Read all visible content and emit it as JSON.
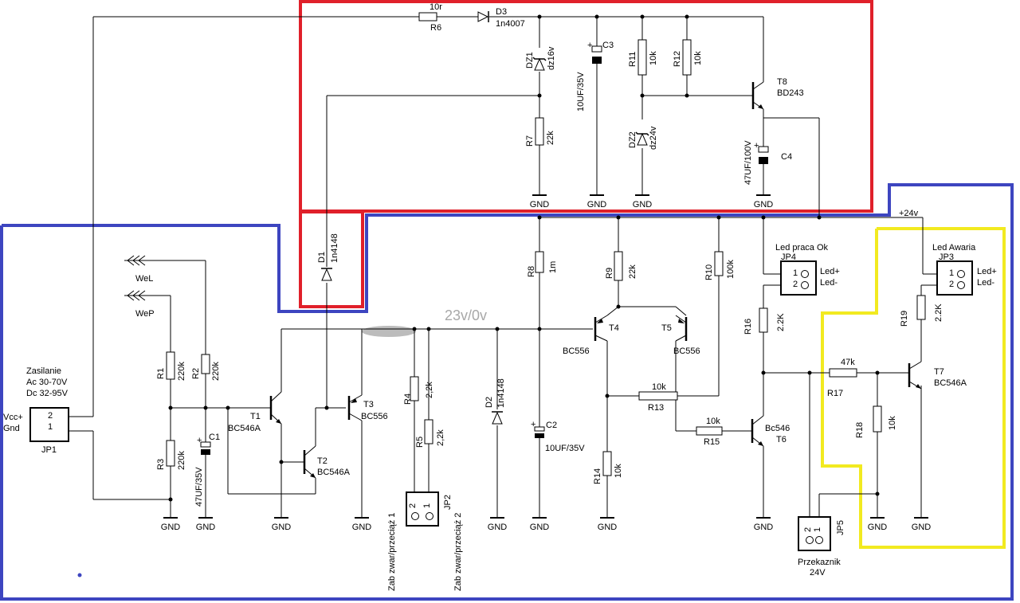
{
  "colors": {
    "region_power": "#e0202a",
    "region_main": "#3d45c0",
    "region_alarm": "#f2ea20",
    "annotation": "#a8a8a8"
  },
  "annotation": "23v/0v",
  "net_labels": {
    "gnd": "GND",
    "vcc24": "+24v"
  },
  "inputs": {
    "wel": "WeL",
    "wep": "WeP"
  },
  "supply": {
    "title": "Zasilanie",
    "ac": "Ac 30-70V",
    "dc": "Dc 32-95V",
    "vcc": "Vcc+",
    "gnd": "Gnd",
    "name": "JP1"
  },
  "connectors": {
    "jp2": {
      "name": "JP2",
      "label1": "Zab zwar/przeciąż 1",
      "label2": "Zab zwar/przeciąż 2"
    },
    "jp4": {
      "name": "JP4",
      "title": "Led praca Ok",
      "p1": "Led+",
      "p2": "Led-"
    },
    "jp3": {
      "name": "JP3",
      "title": "Led Awaria",
      "p1": "Led+",
      "p2": "Led-"
    },
    "jp5": {
      "name": "JP5",
      "title": "Przekaznik",
      "sub": "24V"
    },
    "pins": {
      "one": "1",
      "two": "2"
    }
  },
  "resistors": {
    "r1": {
      "name": "R1",
      "value": "220k"
    },
    "r2": {
      "name": "R2",
      "value": "220k"
    },
    "r3": {
      "name": "R3",
      "value": "220k"
    },
    "r4": {
      "name": "R4",
      "value": "2,2k"
    },
    "r5": {
      "name": "R5",
      "value": "2,2k"
    },
    "r6": {
      "name": "R6",
      "value": "10r"
    },
    "r7": {
      "name": "R7",
      "value": "22k"
    },
    "r8": {
      "name": "R8",
      "value": "1m"
    },
    "r9": {
      "name": "R9",
      "value": "22k"
    },
    "r10": {
      "name": "R10",
      "value": "100k"
    },
    "r11": {
      "name": "R11",
      "value": "10k"
    },
    "r12": {
      "name": "R12",
      "value": "10k"
    },
    "r13": {
      "name": "R13",
      "value": "10k"
    },
    "r14": {
      "name": "R14",
      "value": "10k"
    },
    "r15": {
      "name": "R15",
      "value": "10k"
    },
    "r16": {
      "name": "R16",
      "value": "2.2K"
    },
    "r17": {
      "name": "R17",
      "value": "47k"
    },
    "r18": {
      "name": "R18",
      "value": "10k"
    },
    "r19": {
      "name": "R19",
      "value": "2.2K"
    }
  },
  "capacitors": {
    "c1": {
      "name": "C1",
      "value": "47UF/35V"
    },
    "c2": {
      "name": "C2",
      "value": "10UF/35V"
    },
    "c3": {
      "name": "C3",
      "value": "10UF/35V"
    },
    "c4": {
      "name": "C4",
      "value": "47UF/100V"
    }
  },
  "diodes": {
    "d1": {
      "name": "D1",
      "value": "1n4148"
    },
    "d2": {
      "name": "D2",
      "value": "1n4148"
    },
    "d3": {
      "name": "D3",
      "value": "1n4007"
    },
    "dz1": {
      "name": "DZ1",
      "value": "dz16v"
    },
    "dz2": {
      "name": "DZ2",
      "value": "dz24v"
    }
  },
  "transistors": {
    "t1": {
      "name": "T1",
      "value": "BC546A"
    },
    "t2": {
      "name": "T2",
      "value": "BC546A"
    },
    "t3": {
      "name": "T3",
      "value": "BC556"
    },
    "t4": {
      "name": "T4",
      "value": "BC556"
    },
    "t5": {
      "name": "T5",
      "value": "BC556"
    },
    "t6": {
      "name": "T6",
      "value": "Bc546"
    },
    "t7": {
      "name": "T7",
      "value": "BC546A"
    },
    "t8": {
      "name": "T8",
      "value": "BD243"
    }
  }
}
